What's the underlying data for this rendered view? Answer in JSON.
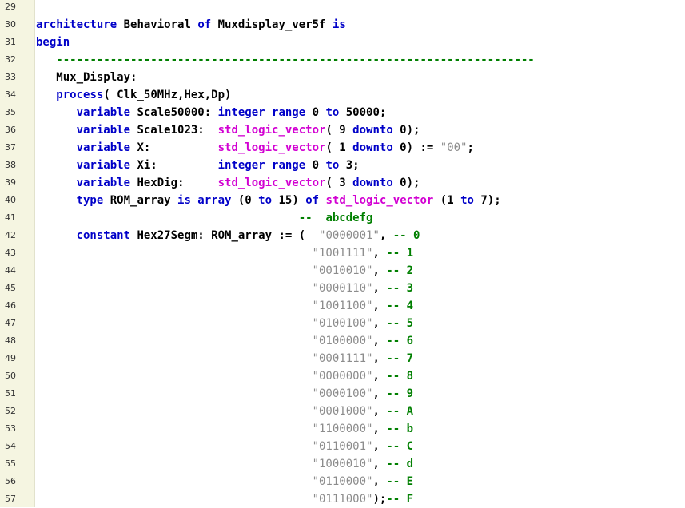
{
  "editor": {
    "lines": [
      {
        "num": "29",
        "tokens": []
      },
      {
        "num": "30",
        "tokens": [
          {
            "text": "architecture",
            "cls": "k"
          },
          {
            "text": " Behavioral ",
            "cls": "p"
          },
          {
            "text": "of",
            "cls": "k"
          },
          {
            "text": " Muxdisplay_ver5f ",
            "cls": "p"
          },
          {
            "text": "is",
            "cls": "k"
          }
        ]
      },
      {
        "num": "31",
        "tokens": [
          {
            "text": "begin",
            "cls": "k"
          }
        ]
      },
      {
        "num": "32",
        "tokens": [
          {
            "text": "   ",
            "cls": "p"
          },
          {
            "text": "-----------------------------------------------------------------------",
            "cls": "c"
          }
        ]
      },
      {
        "num": "33",
        "tokens": [
          {
            "text": "   Mux_Display:",
            "cls": "p"
          }
        ]
      },
      {
        "num": "34",
        "tokens": [
          {
            "text": "   ",
            "cls": "p"
          },
          {
            "text": "process",
            "cls": "k"
          },
          {
            "text": "( Clk_50MHz,Hex,Dp)",
            "cls": "p"
          }
        ]
      },
      {
        "num": "35",
        "tokens": [
          {
            "text": "      ",
            "cls": "p"
          },
          {
            "text": "variable",
            "cls": "k"
          },
          {
            "text": " Scale50000: ",
            "cls": "p"
          },
          {
            "text": "integer range",
            "cls": "k"
          },
          {
            "text": " 0 ",
            "cls": "p"
          },
          {
            "text": "to",
            "cls": "k"
          },
          {
            "text": " 50000;",
            "cls": "p"
          }
        ]
      },
      {
        "num": "36",
        "tokens": [
          {
            "text": "      ",
            "cls": "p"
          },
          {
            "text": "variable",
            "cls": "k"
          },
          {
            "text": " Scale1023:  ",
            "cls": "p"
          },
          {
            "text": "std_logic_vector",
            "cls": "t"
          },
          {
            "text": "( 9 ",
            "cls": "p"
          },
          {
            "text": "downto",
            "cls": "k"
          },
          {
            "text": " 0);",
            "cls": "p"
          }
        ]
      },
      {
        "num": "37",
        "tokens": [
          {
            "text": "      ",
            "cls": "p"
          },
          {
            "text": "variable",
            "cls": "k"
          },
          {
            "text": " X:          ",
            "cls": "p"
          },
          {
            "text": "std_logic_vector",
            "cls": "t"
          },
          {
            "text": "( 1 ",
            "cls": "p"
          },
          {
            "text": "downto",
            "cls": "k"
          },
          {
            "text": " 0) := ",
            "cls": "p"
          },
          {
            "text": "\"00\"",
            "cls": "s"
          },
          {
            "text": ";",
            "cls": "p"
          }
        ]
      },
      {
        "num": "38",
        "tokens": [
          {
            "text": "      ",
            "cls": "p"
          },
          {
            "text": "variable",
            "cls": "k"
          },
          {
            "text": " Xi:         ",
            "cls": "p"
          },
          {
            "text": "integer range",
            "cls": "k"
          },
          {
            "text": " 0 ",
            "cls": "p"
          },
          {
            "text": "to",
            "cls": "k"
          },
          {
            "text": " 3;",
            "cls": "p"
          }
        ]
      },
      {
        "num": "39",
        "tokens": [
          {
            "text": "      ",
            "cls": "p"
          },
          {
            "text": "variable",
            "cls": "k"
          },
          {
            "text": " HexDig:     ",
            "cls": "p"
          },
          {
            "text": "std_logic_vector",
            "cls": "t"
          },
          {
            "text": "( 3 ",
            "cls": "p"
          },
          {
            "text": "downto",
            "cls": "k"
          },
          {
            "text": " 0);",
            "cls": "p"
          }
        ]
      },
      {
        "num": "40",
        "tokens": [
          {
            "text": "      ",
            "cls": "p"
          },
          {
            "text": "type",
            "cls": "k"
          },
          {
            "text": " ROM_array ",
            "cls": "p"
          },
          {
            "text": "is array",
            "cls": "k"
          },
          {
            "text": " (0 ",
            "cls": "p"
          },
          {
            "text": "to",
            "cls": "k"
          },
          {
            "text": " 15) ",
            "cls": "p"
          },
          {
            "text": "of",
            "cls": "k"
          },
          {
            "text": " ",
            "cls": "p"
          },
          {
            "text": "std_logic_vector",
            "cls": "t"
          },
          {
            "text": " (1 ",
            "cls": "p"
          },
          {
            "text": "to",
            "cls": "k"
          },
          {
            "text": " 7);",
            "cls": "p"
          }
        ]
      },
      {
        "num": "41",
        "tokens": [
          {
            "text": "                                       ",
            "cls": "p"
          },
          {
            "text": "--  abcdefg",
            "cls": "c"
          }
        ]
      },
      {
        "num": "42",
        "tokens": [
          {
            "text": "      ",
            "cls": "p"
          },
          {
            "text": "constant",
            "cls": "k"
          },
          {
            "text": " Hex27Segm: ROM_array := (  ",
            "cls": "p"
          },
          {
            "text": "\"0000001\"",
            "cls": "s"
          },
          {
            "text": ", ",
            "cls": "p"
          },
          {
            "text": "-- 0",
            "cls": "c"
          }
        ]
      },
      {
        "num": "43",
        "tokens": [
          {
            "text": "                                         ",
            "cls": "p"
          },
          {
            "text": "\"1001111\"",
            "cls": "s"
          },
          {
            "text": ", ",
            "cls": "p"
          },
          {
            "text": "-- 1",
            "cls": "c"
          }
        ]
      },
      {
        "num": "44",
        "tokens": [
          {
            "text": "                                         ",
            "cls": "p"
          },
          {
            "text": "\"0010010\"",
            "cls": "s"
          },
          {
            "text": ", ",
            "cls": "p"
          },
          {
            "text": "-- 2",
            "cls": "c"
          }
        ]
      },
      {
        "num": "45",
        "tokens": [
          {
            "text": "                                         ",
            "cls": "p"
          },
          {
            "text": "\"0000110\"",
            "cls": "s"
          },
          {
            "text": ", ",
            "cls": "p"
          },
          {
            "text": "-- 3",
            "cls": "c"
          }
        ]
      },
      {
        "num": "46",
        "tokens": [
          {
            "text": "                                         ",
            "cls": "p"
          },
          {
            "text": "\"1001100\"",
            "cls": "s"
          },
          {
            "text": ", ",
            "cls": "p"
          },
          {
            "text": "-- 4",
            "cls": "c"
          }
        ]
      },
      {
        "num": "47",
        "tokens": [
          {
            "text": "                                         ",
            "cls": "p"
          },
          {
            "text": "\"0100100\"",
            "cls": "s"
          },
          {
            "text": ", ",
            "cls": "p"
          },
          {
            "text": "-- 5",
            "cls": "c"
          }
        ]
      },
      {
        "num": "48",
        "tokens": [
          {
            "text": "                                         ",
            "cls": "p"
          },
          {
            "text": "\"0100000\"",
            "cls": "s"
          },
          {
            "text": ", ",
            "cls": "p"
          },
          {
            "text": "-- 6",
            "cls": "c"
          }
        ]
      },
      {
        "num": "49",
        "tokens": [
          {
            "text": "                                         ",
            "cls": "p"
          },
          {
            "text": "\"0001111\"",
            "cls": "s"
          },
          {
            "text": ", ",
            "cls": "p"
          },
          {
            "text": "-- 7",
            "cls": "c"
          }
        ]
      },
      {
        "num": "50",
        "tokens": [
          {
            "text": "                                         ",
            "cls": "p"
          },
          {
            "text": "\"0000000\"",
            "cls": "s"
          },
          {
            "text": ", ",
            "cls": "p"
          },
          {
            "text": "-- 8",
            "cls": "c"
          }
        ]
      },
      {
        "num": "51",
        "tokens": [
          {
            "text": "                                         ",
            "cls": "p"
          },
          {
            "text": "\"0000100\"",
            "cls": "s"
          },
          {
            "text": ", ",
            "cls": "p"
          },
          {
            "text": "-- 9",
            "cls": "c"
          }
        ]
      },
      {
        "num": "52",
        "tokens": [
          {
            "text": "                                         ",
            "cls": "p"
          },
          {
            "text": "\"0001000\"",
            "cls": "s"
          },
          {
            "text": ", ",
            "cls": "p"
          },
          {
            "text": "-- A",
            "cls": "c"
          }
        ]
      },
      {
        "num": "53",
        "tokens": [
          {
            "text": "                                         ",
            "cls": "p"
          },
          {
            "text": "\"1100000\"",
            "cls": "s"
          },
          {
            "text": ", ",
            "cls": "p"
          },
          {
            "text": "-- b",
            "cls": "c"
          }
        ]
      },
      {
        "num": "54",
        "tokens": [
          {
            "text": "                                         ",
            "cls": "p"
          },
          {
            "text": "\"0110001\"",
            "cls": "s"
          },
          {
            "text": ", ",
            "cls": "p"
          },
          {
            "text": "-- C",
            "cls": "c"
          }
        ]
      },
      {
        "num": "55",
        "tokens": [
          {
            "text": "                                         ",
            "cls": "p"
          },
          {
            "text": "\"1000010\"",
            "cls": "s"
          },
          {
            "text": ", ",
            "cls": "p"
          },
          {
            "text": "-- d",
            "cls": "c"
          }
        ]
      },
      {
        "num": "56",
        "tokens": [
          {
            "text": "                                         ",
            "cls": "p"
          },
          {
            "text": "\"0110000\"",
            "cls": "s"
          },
          {
            "text": ", ",
            "cls": "p"
          },
          {
            "text": "-- E",
            "cls": "c"
          }
        ]
      },
      {
        "num": "57",
        "tokens": [
          {
            "text": "                                         ",
            "cls": "p"
          },
          {
            "text": "\"0111000\"",
            "cls": "s"
          },
          {
            "text": ");",
            "cls": "p"
          },
          {
            "text": "-- F",
            "cls": "c"
          }
        ]
      }
    ]
  },
  "colors": {
    "keyword": "#0000c8",
    "type": "#d200d2",
    "string": "#8c8c8c",
    "comment": "#007f00",
    "gutter": "#f5f5e1"
  }
}
